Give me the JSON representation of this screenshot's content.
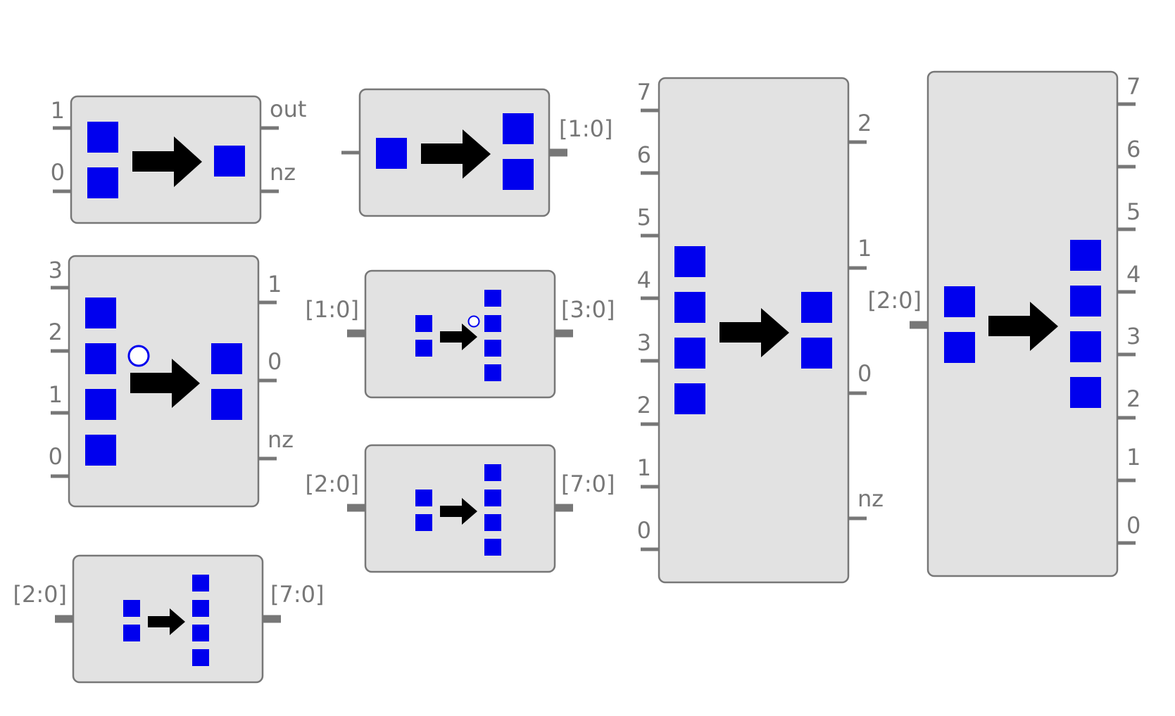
{
  "colors": {
    "box_fill": "#e2e2e2",
    "box_stroke": "#777777",
    "label": "#777777",
    "square": "#0000ee",
    "arrow": "#000000",
    "background": "#ffffff"
  },
  "components": {
    "enc2": {
      "inputs": [
        "1",
        "0"
      ],
      "outputs": [
        "out",
        "nz"
      ]
    },
    "dec1_bits": {
      "input": "",
      "output": "[1:0]"
    },
    "enc4": {
      "inputs": [
        "3",
        "2",
        "1",
        "0"
      ],
      "outputs": [
        "1",
        "0",
        "nz"
      ]
    },
    "dec2_bus": {
      "input": "[1:0]",
      "output": "[3:0]"
    },
    "dec3_bus_mid": {
      "input": "[2:0]",
      "output": "[7:0]"
    },
    "dec3_bus_bottom": {
      "input": "[2:0]",
      "output": "[7:0]"
    },
    "enc8": {
      "inputs": [
        "7",
        "6",
        "5",
        "4",
        "3",
        "2",
        "1",
        "0"
      ],
      "outputs": [
        "2",
        "1",
        "0",
        "nz"
      ]
    },
    "dec3_bits": {
      "input": "[2:0]",
      "outputs": [
        "7",
        "6",
        "5",
        "4",
        "3",
        "2",
        "1",
        "0"
      ]
    }
  }
}
